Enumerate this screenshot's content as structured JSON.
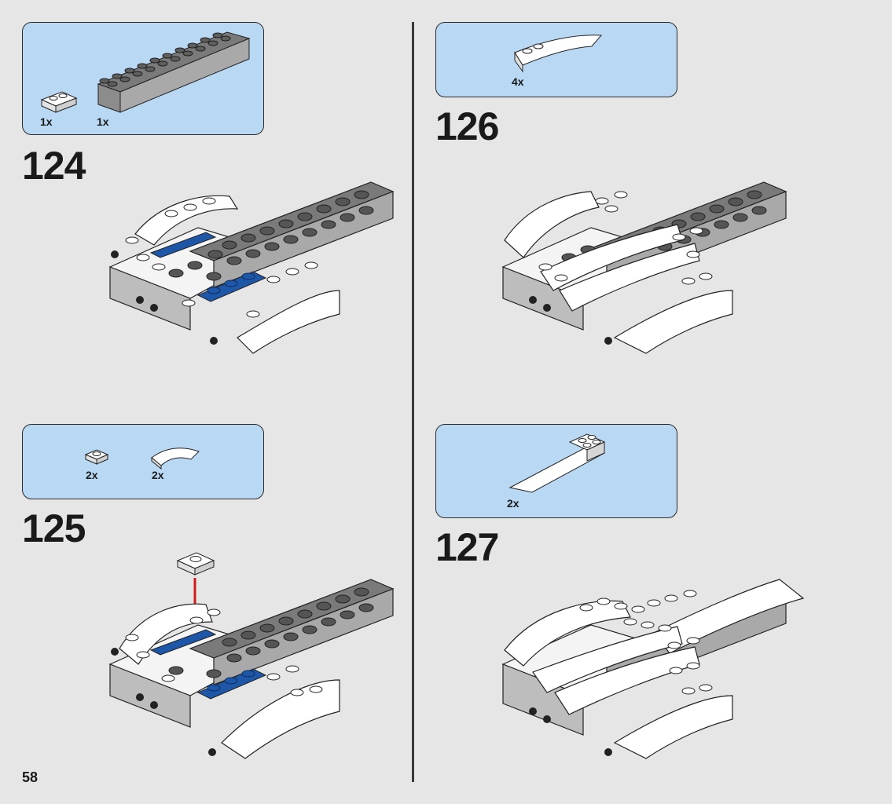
{
  "page": {
    "number": "58"
  },
  "steps": [
    {
      "number": "124",
      "parts": [
        {
          "qty": "1x",
          "part_icon": "white-1x2-plate-icon"
        },
        {
          "qty": "1x",
          "part_icon": "gray-2x10-brick-icon"
        }
      ]
    },
    {
      "number": "125",
      "parts": [
        {
          "qty": "2x",
          "part_icon": "white-1x1-plate-icon"
        },
        {
          "qty": "2x",
          "part_icon": "white-curved-slope-icon"
        }
      ]
    },
    {
      "number": "126",
      "parts": [
        {
          "qty": "4x",
          "part_icon": "white-curved-slope-long-icon"
        }
      ]
    },
    {
      "number": "127",
      "parts": [
        {
          "qty": "2x",
          "part_icon": "white-wedge-slope-icon"
        }
      ]
    }
  ],
  "colors": {
    "callout_background": "#b9d8f4",
    "page_background": "#e6e6e6",
    "brick_white": "#ffffff",
    "brick_gray": "#6b6b6b",
    "brick_blue": "#1e56a8",
    "arrow_red": "#d01c1c"
  }
}
